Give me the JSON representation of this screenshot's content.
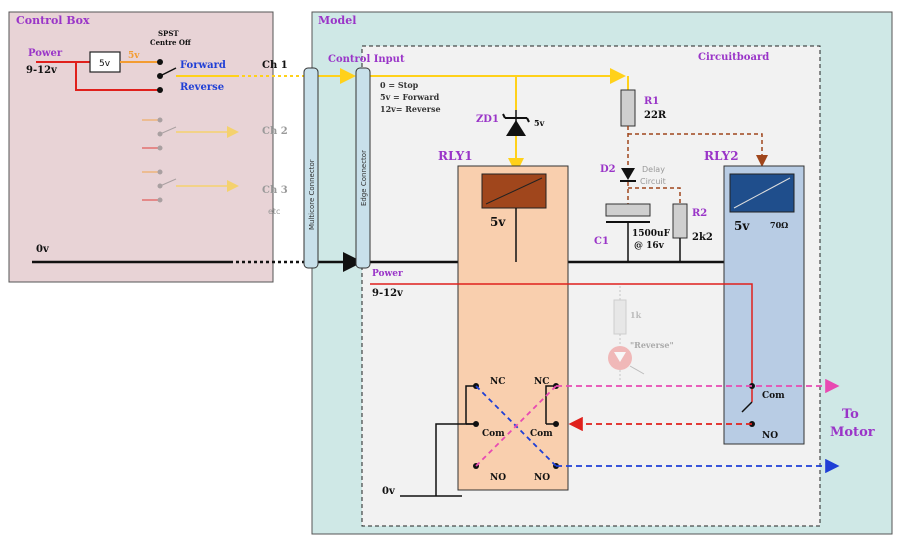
{
  "colors": {
    "control_box_bg": "#e8d3d6",
    "model_bg": "#cfe8e6",
    "board_bg": "#f2f2f2",
    "relay1_bg": "#f9cfae",
    "relay2_bg": "#b8cce4",
    "signal_yellow": "#ffd11a",
    "power_red": "#e0201c",
    "orange": "#f39c32",
    "brown": "#a0461c",
    "forward_blue": "#1f3fd6",
    "reverse_pink": "#e84ab2",
    "purple_label": "#9a35c8",
    "grey_label": "#9a9a9a"
  },
  "control_box": {
    "title": "Control Box",
    "power_label": "Power",
    "power_voltage": "9-12v",
    "regulator": "5v",
    "reg_out": "5v",
    "switch_label_1": "SPST",
    "switch_label_2": "Centre Off",
    "forward": "Forward",
    "reverse": "Reverse",
    "zero_v": "0v"
  },
  "channels": {
    "ch1": "Ch 1",
    "ch2": "Ch 2",
    "ch3": "Ch 3",
    "etc": "etc"
  },
  "connectors": {
    "multicore": "Multicore Connector",
    "edge": "Edge Connector"
  },
  "model": {
    "title": "Model",
    "circuitboard": "Circuitboard",
    "control_input": "Control Input",
    "legend_1": "0    = Stop",
    "legend_2": "5v  = Forward",
    "legend_3": "12v= Reverse",
    "zd1": "ZD1",
    "zd1_v": "5v",
    "rly1": "RLY1",
    "rly1_v": "5v",
    "rly2": "RLY2",
    "rly2_v": "5v",
    "rly2_r": "70Ω",
    "r1": "R1",
    "r1_v": "22R",
    "d2": "D2",
    "delay_1": "Delay",
    "delay_2": "Circuit",
    "r2": "R2",
    "r2_v": "2k2",
    "c1": "C1",
    "c1_v1": "1500uF",
    "c1_v2": "@ 16v",
    "power_label": "Power",
    "power_voltage": "9-12v",
    "led_r": "1k",
    "led_label": "\"Reverse\"",
    "nc": "NC",
    "com": "Com",
    "no": "NO",
    "zero_v": "0v",
    "motor_1": "To",
    "motor_2": "Motor"
  }
}
